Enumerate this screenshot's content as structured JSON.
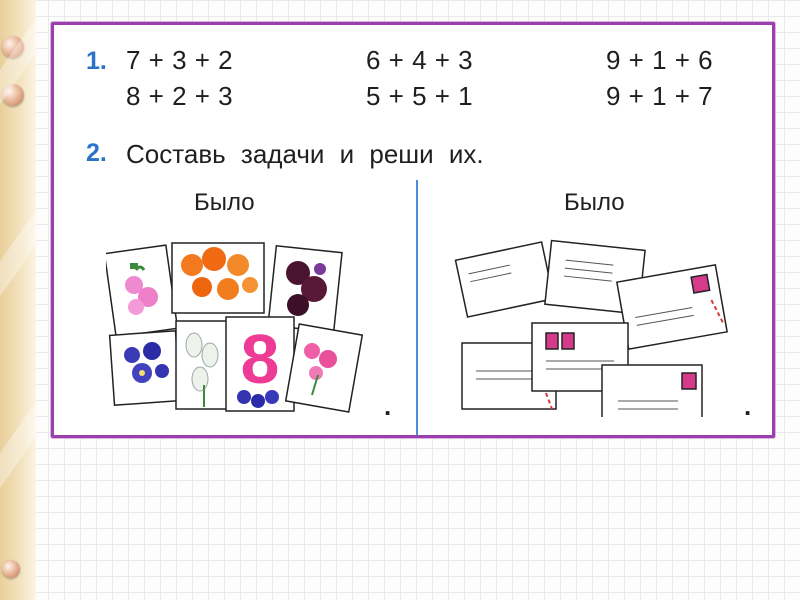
{
  "task1": {
    "number": "1.",
    "columns": [
      [
        "7 + 3 + 2",
        "8 + 2 + 3"
      ],
      [
        "6 + 4 + 3",
        "5 + 5 + 1"
      ],
      [
        "9 + 1 + 6",
        "9 + 1 + 7"
      ]
    ]
  },
  "task2": {
    "number": "2.",
    "text": "Составь задачи и реши их."
  },
  "left_panel": {
    "label": "Было",
    "card_number": "8",
    "end_mark": "."
  },
  "right_panel": {
    "label": "Было",
    "end_mark": "."
  },
  "colors": {
    "frame": "#9b3fae",
    "task_number": "#2a73c7",
    "divider": "#4a8fd6",
    "stamp": "#d63a8a"
  }
}
